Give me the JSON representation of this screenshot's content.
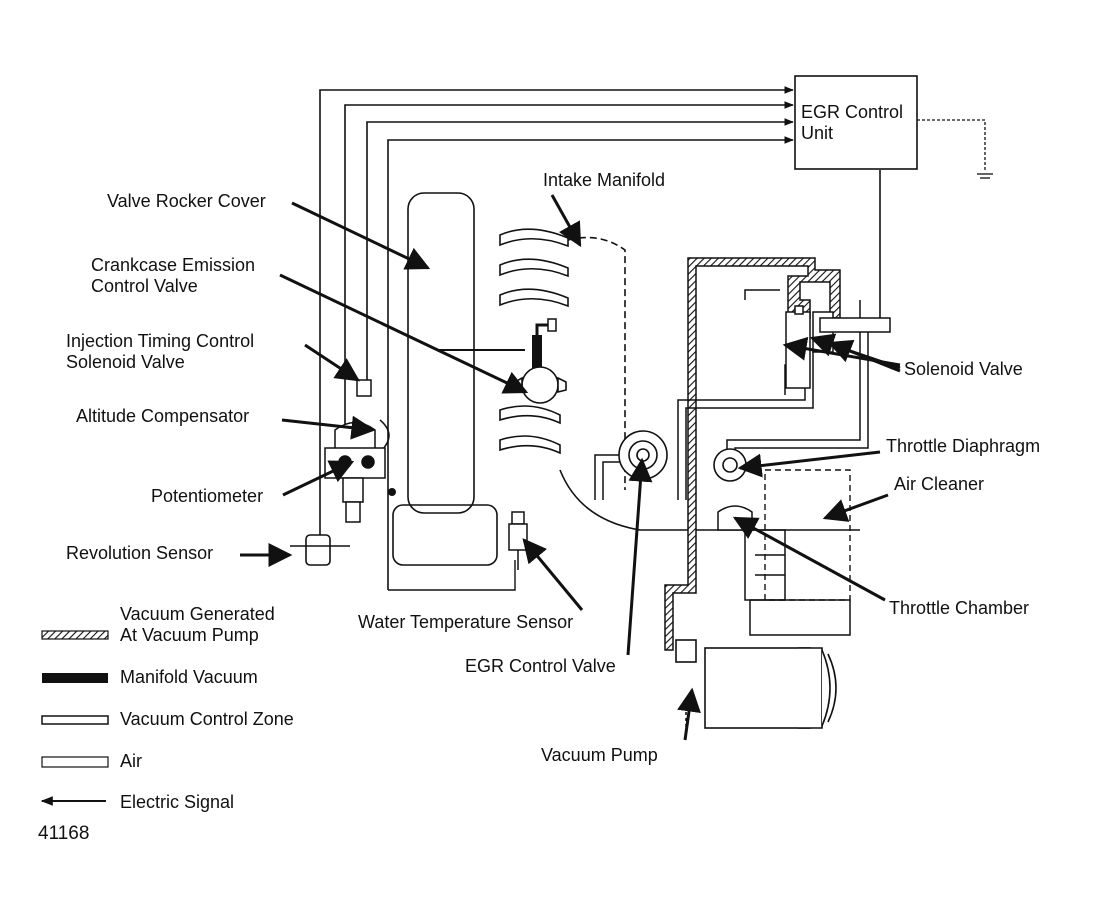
{
  "figure_id": "41168",
  "colors": {
    "ink": "#111111",
    "paper": "#ffffff"
  },
  "components": {
    "egr_control_unit": "EGR Control\nUnit",
    "intake_manifold": "Intake Manifold",
    "valve_rocker_cover": "Valve Rocker Cover",
    "crankcase_emission_control_valve": "Crankcase Emission\nControl Valve",
    "injection_timing_control_solenoid_valve": "Injection Timing Control\nSolenoid Valve",
    "altitude_compensator": "Altitude Compensator",
    "potentiometer": "Potentiometer",
    "revolution_sensor": "Revolution Sensor",
    "solenoid_valve": "Solenoid Valve",
    "throttle_diaphragm": "Throttle Diaphragm",
    "air_cleaner": "Air Cleaner",
    "throttle_chamber": "Throttle Chamber",
    "water_temperature_sensor": "Water Temperature Sensor",
    "egr_control_valve": "EGR Control Valve",
    "vacuum_pump": "Vacuum Pump"
  },
  "legend": [
    {
      "label": "Vacuum Generated\nAt Vacuum Pump",
      "symbol": "hatched-bar-icon"
    },
    {
      "label": "Manifold Vacuum",
      "symbol": "solid-bar-icon"
    },
    {
      "label": "Vacuum Control Zone",
      "symbol": "double-line-bar-icon"
    },
    {
      "label": "Air",
      "symbol": "open-bar-icon"
    },
    {
      "label": "Electric Signal",
      "symbol": "arrow-line-icon"
    }
  ]
}
